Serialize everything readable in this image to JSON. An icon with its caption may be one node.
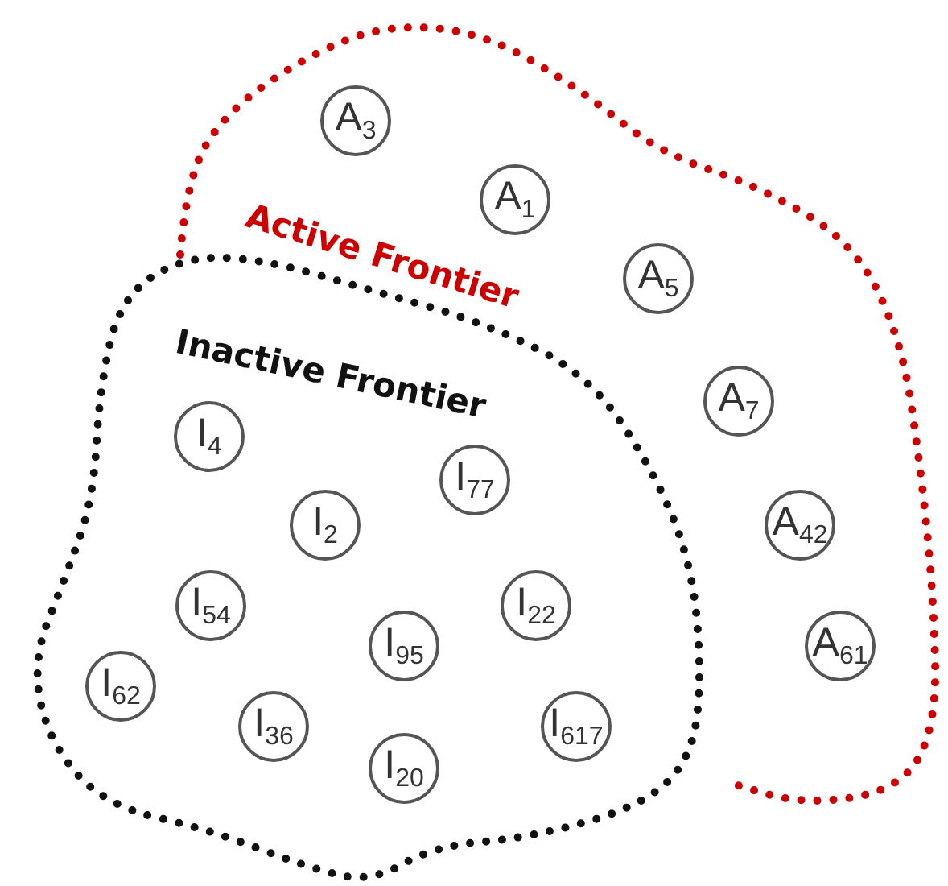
{
  "diagram": {
    "nodes": [
      {
        "text": [
          "Active Frontier"
        ]
      },
      {
        "text": [
          "Inactive Frontier"
        ]
      },
      {
        "text": [
          "A$_{3}$"
        ],
        "in": 0
      },
      {
        "text": [
          "A$_{1}$"
        ],
        "in": 0
      },
      {
        "text": [
          "A$_{5}$"
        ],
        "in": 0
      },
      {
        "text": [
          "A$_{7}$"
        ],
        "in": 0
      },
      {
        "text": [
          "A$_{42}$"
        ],
        "in": 0
      },
      {
        "text": [
          "A$_{61}$"
        ],
        "in": 0
      },
      {
        "text": [
          "I$_{4}$"
        ]
      },
      {
        "text": [
          "I$_{77}$"
        ]
      },
      {
        "text": [
          "I$_{2}$"
        ]
      },
      {
        "text": [
          "I$_{54}$"
        ]
      },
      {
        "text": [
          "I$_{22}$"
        ]
      },
      {
        "text": [
          "I$_{95}$"
        ]
      },
      {
        "text": [
          "I$_{62}$"
        ],
        "in": 1
      },
      {
        "text": [
          "I$_{36}$"
        ]
      },
      {
        "text": [
          "I$_{617}$"
        ]
      },
      {
        "text": [
          "I$_{20}$"
        ]
      }
    ]
  }
}
